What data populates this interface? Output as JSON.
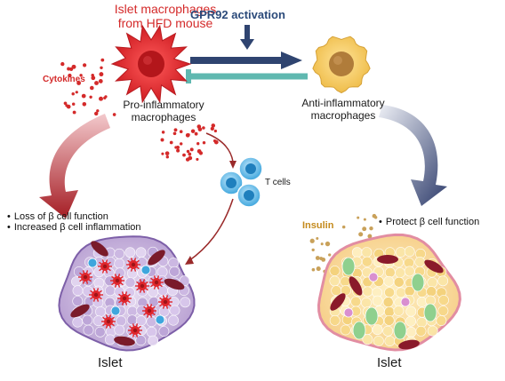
{
  "labels": {
    "islet_macrophages_line1": "Islet macrophages",
    "islet_macrophages_line2": "from HFD mouse",
    "gpr92": "GPR92 activation",
    "cytokines": "Cytokines",
    "pro_inflammatory_line1": "Pro-inflammatory",
    "pro_inflammatory_line2": "macrophages",
    "anti_inflammatory_line1": "Anti-inflammatory",
    "anti_inflammatory_line2": "macrophages",
    "t_cells": "T cells",
    "insulin": "Insulin",
    "islet_left": "Islet",
    "islet_right": "Islet"
  },
  "left_effects": [
    "Loss of β cell function",
    "Increased β cell inflammation"
  ],
  "right_effects": [
    "Protect β cell function"
  ],
  "colors": {
    "pro_macrophage": "#e8282c",
    "anti_macrophage": "#f2c860",
    "t_cell": "#4fb4e6",
    "arrow_navy": "#2f4470",
    "inhibit_teal": "#5fb8b0",
    "arrow_red": "#a8262c",
    "islet_left_cells": "#c9b8e0",
    "islet_right_cells": "#f7e0a0",
    "insulin_dots": "#c9a15a"
  }
}
